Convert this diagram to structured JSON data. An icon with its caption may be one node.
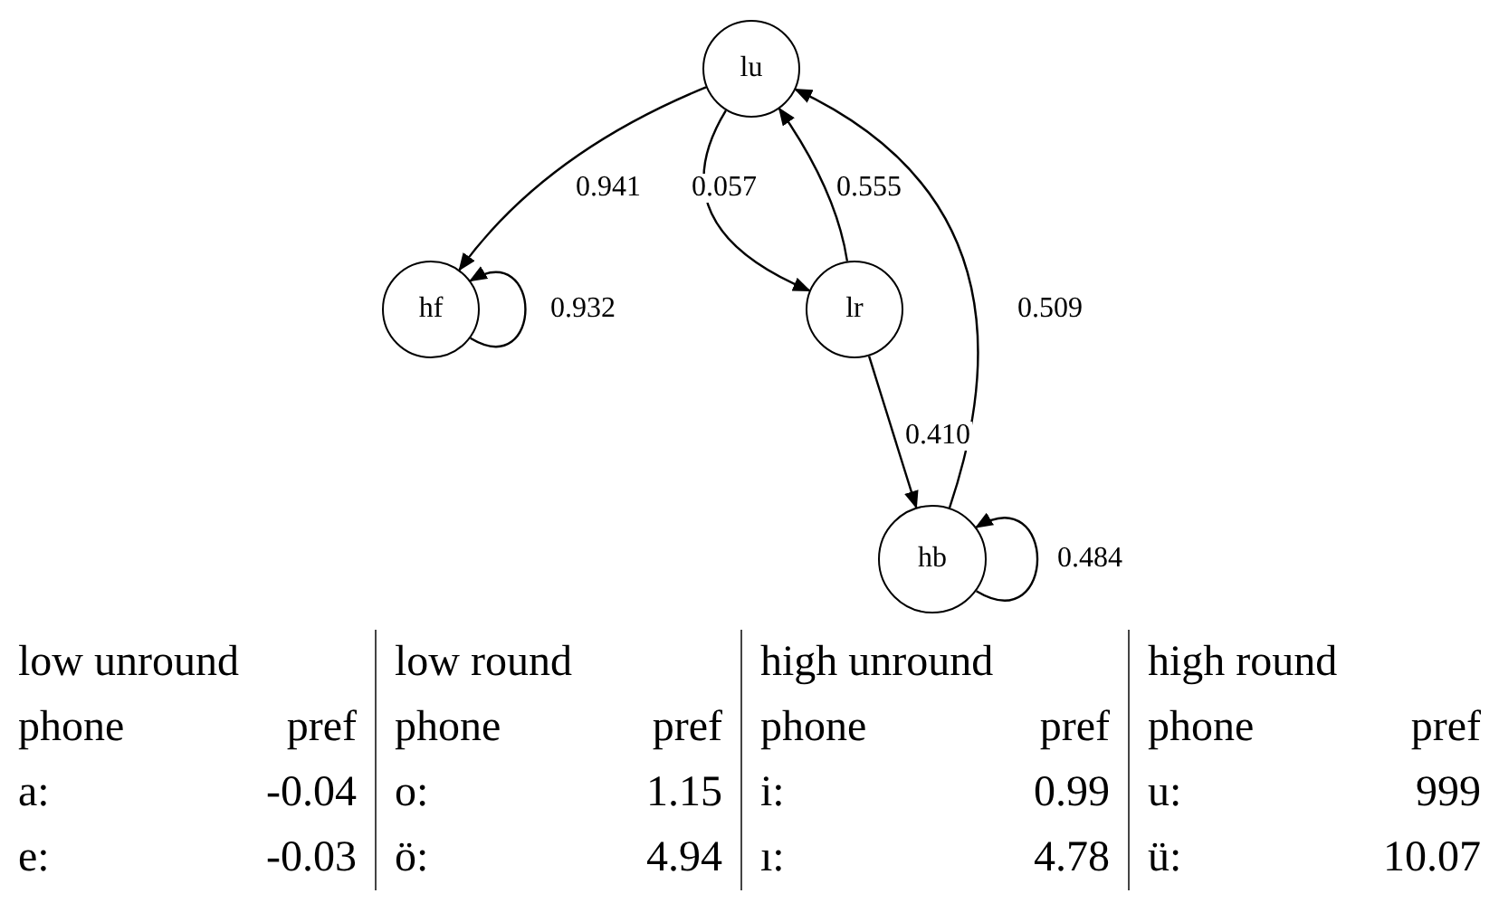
{
  "diagram": {
    "nodes": [
      {
        "text": [
          "lu"
        ]
      },
      {
        "text": [
          "hf"
        ]
      },
      {
        "text": [
          "lr"
        ]
      },
      {
        "text": [
          "hb"
        ]
      }
    ],
    "edges": [
      {
        "from": 0,
        "to": 1,
        "arrow": "to",
        "label": "0.941"
      },
      {
        "from": 0,
        "to": 2,
        "arrow": "to",
        "label": "0.057"
      },
      {
        "from": 2,
        "to": 0,
        "arrow": "to",
        "label": "0.555"
      },
      {
        "from": 3,
        "to": 0,
        "arrow": "to",
        "label": "0.509"
      },
      {
        "from": 2,
        "to": 3,
        "arrow": "to",
        "label": "0.410"
      },
      {
        "from": 1,
        "to": 1,
        "arrow": "to",
        "label": "0.932"
      },
      {
        "from": 3,
        "to": 3,
        "arrow": "to",
        "label": "0.484"
      }
    ],
    "labels": [
      "low unround",
      "low round",
      "high unround",
      "high round",
      "phone",
      "pref",
      "phone",
      "pref",
      "phone",
      "pref",
      "phone",
      "pref",
      "a:",
      "-0.04",
      "o:",
      "1.15",
      "i:",
      "0.99",
      "u:",
      "999",
      "e:",
      "-0.03",
      "ö:",
      "4.94",
      "ı:",
      "4.78",
      "ü:",
      "10.07"
    ]
  }
}
